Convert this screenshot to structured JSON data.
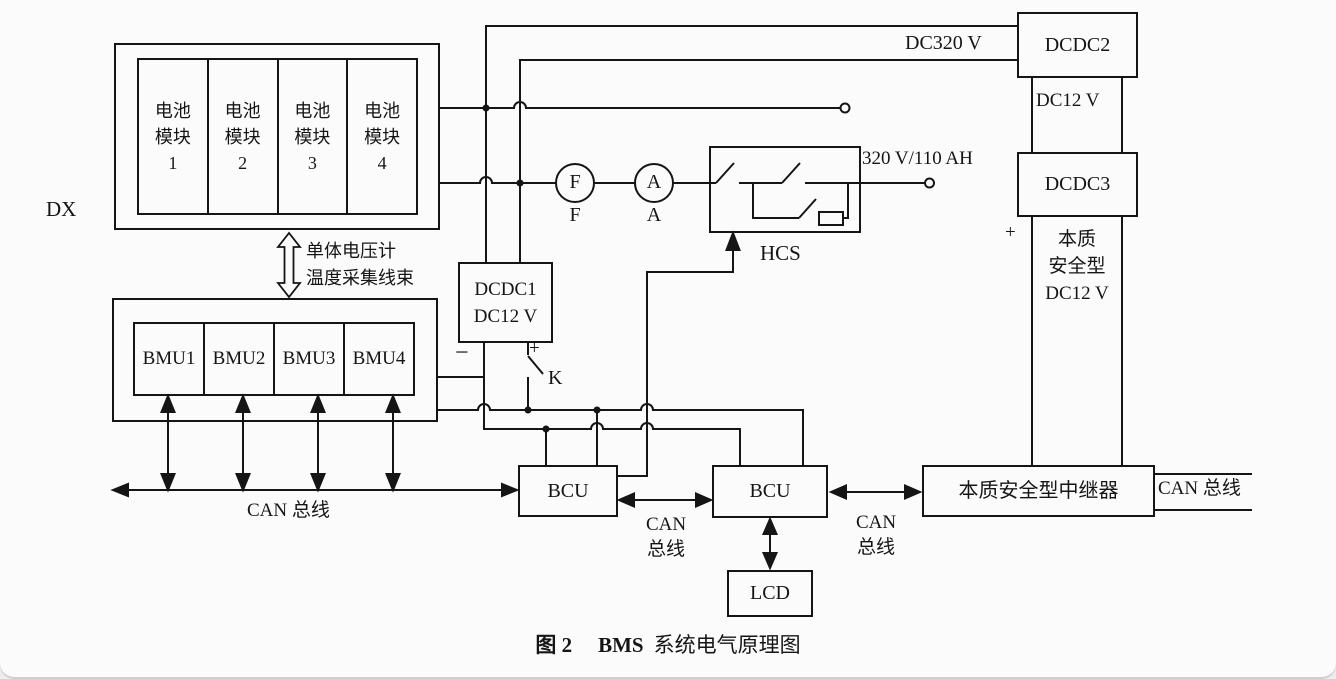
{
  "caption": {
    "fig_no": "图 2",
    "title_bold": "BMS",
    "title_rest": "系统电气原理图"
  },
  "battery_pack": {
    "dx_label": "DX",
    "modules": [
      {
        "l1": "电池",
        "l2": "模块",
        "l3": "1"
      },
      {
        "l1": "电池",
        "l2": "模块",
        "l3": "2"
      },
      {
        "l1": "电池",
        "l2": "模块",
        "l3": "3"
      },
      {
        "l1": "电池",
        "l2": "模块",
        "l3": "4"
      }
    ]
  },
  "harness": {
    "line1": "单体电压计",
    "line2": "温度采集线束"
  },
  "bmu": {
    "units": [
      "BMU1",
      "BMU2",
      "BMU3",
      "BMU4"
    ]
  },
  "dcdc1": {
    "line1": "DCDC1",
    "line2": "DC12 V",
    "minus": "−",
    "plus": "+",
    "switch_label": "K"
  },
  "dcdc2": {
    "label": "DCDC2",
    "input_label": "DC320 V",
    "output_label": "DC12 V"
  },
  "dcdc3": {
    "label": "DCDC3",
    "plus": "+",
    "out_line1": "本质",
    "out_line2": "安全型",
    "out_line3": "DC12 V"
  },
  "meters": {
    "f_symbol": "F",
    "f_label": "F",
    "a_symbol": "A",
    "a_label": "A"
  },
  "hcs": {
    "label": "HCS"
  },
  "battery_output": {
    "rating": "320 V/110 AH"
  },
  "bcu": {
    "left": "BCU",
    "right": "BCU"
  },
  "lcd": {
    "label": "LCD"
  },
  "repeater": {
    "label": "本质安全型中继器"
  },
  "can": {
    "left_bus": "CAN 总线",
    "mid_line1": "CAN",
    "mid_line2": "总线",
    "right_line1": "CAN",
    "right_line2": "总线",
    "far_right": "CAN 总线"
  }
}
